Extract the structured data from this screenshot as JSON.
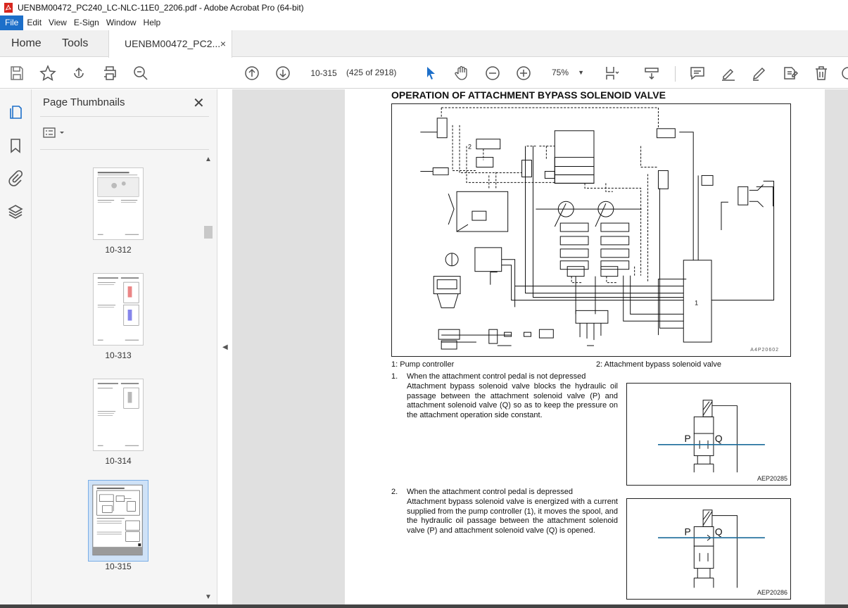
{
  "window": {
    "title": "UENBM00472_PC240_LC-NLC-11E0_2206.pdf - Adobe Acrobat Pro (64-bit)"
  },
  "menu": [
    "File",
    "Edit",
    "View",
    "E-Sign",
    "Window",
    "Help"
  ],
  "tabs": {
    "home": "Home",
    "tools": "Tools",
    "document": "UENBM00472_PC2...",
    "close": "×"
  },
  "toolbar": {
    "page_number": "10-315",
    "page_count": "(425 of 2918)",
    "zoom": "75%"
  },
  "thumbnails": {
    "title": "Page Thumbnails",
    "pages": [
      {
        "label": "10-312",
        "selected": false
      },
      {
        "label": "10-313",
        "selected": false
      },
      {
        "label": "10-314",
        "selected": false
      },
      {
        "label": "10-315",
        "selected": true
      }
    ]
  },
  "document": {
    "heading": "OPERATION OF ATTACHMENT BYPASS SOLENOID VALVE",
    "figure_id": "A4P20602",
    "figure_label_1": "1",
    "figure_label_2": "2",
    "legend": [
      "1: Pump controller",
      "2: Attachment bypass solenoid valve"
    ],
    "items": [
      {
        "number": "1.",
        "heading": "When the attachment control pedal is not depressed",
        "body": "Attachment bypass solenoid valve blocks the hydraulic oil passage between the attachment solenoid valve (P) and attachment solenoid valve (Q) so as to keep the pressure on the attachment operation side constant.",
        "figure_code": "AEP20285",
        "port_p": "P",
        "port_q": "Q"
      },
      {
        "number": "2.",
        "heading": "When the attachment control pedal is depressed",
        "body": "Attachment bypass solenoid valve is energized with a current supplied from the pump controller (1), it moves the spool, and the hydraulic oil passage between the attachment solenoid valve (P) and attachment solenoid valve (Q) is opened.",
        "figure_code": "AEP20286",
        "port_p": "P",
        "port_q": "Q"
      }
    ]
  },
  "colors": {
    "accent": "#1d6fc9",
    "flow_line": "#1a6b9a",
    "selected_thumb": "#cfe2f7"
  }
}
